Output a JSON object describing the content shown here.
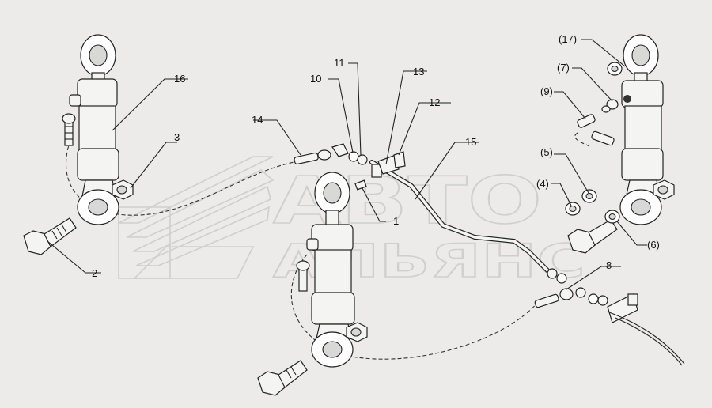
{
  "watermark": {
    "brand_top": "АВТО",
    "brand_bottom": "АЛЬЯНС"
  },
  "callouts": [
    {
      "id": "c16",
      "label": "16"
    },
    {
      "id": "c3",
      "label": "3"
    },
    {
      "id": "c2",
      "label": "2"
    },
    {
      "id": "c14",
      "label": "14"
    },
    {
      "id": "c10",
      "label": "10"
    },
    {
      "id": "c11",
      "label": "11"
    },
    {
      "id": "c13",
      "label": "13"
    },
    {
      "id": "c12",
      "label": "12"
    },
    {
      "id": "c1",
      "label": "1"
    },
    {
      "id": "c15",
      "label": "15"
    },
    {
      "id": "c8",
      "label": "8"
    },
    {
      "id": "c17",
      "label": "(17)"
    },
    {
      "id": "c7",
      "label": "(7)"
    },
    {
      "id": "c9",
      "label": "(9)"
    },
    {
      "id": "c5",
      "label": "(5)"
    },
    {
      "id": "c4",
      "label": "(4)"
    },
    {
      "id": "c6",
      "label": "(6)"
    }
  ]
}
